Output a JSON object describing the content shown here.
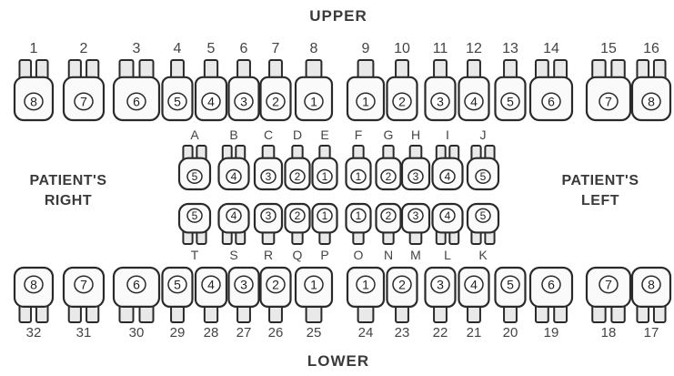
{
  "labels": {
    "upper": "UPPER",
    "lower": "LOWER",
    "patient_right": "PATIENT'S\nRIGHT",
    "patient_left": "PATIENT'S\nLEFT"
  },
  "permanent_upper": [
    {
      "number": "1",
      "mark": "8"
    },
    {
      "number": "2",
      "mark": "7"
    },
    {
      "number": "3",
      "mark": "6"
    },
    {
      "number": "4",
      "mark": "5"
    },
    {
      "number": "5",
      "mark": "4"
    },
    {
      "number": "6",
      "mark": "3"
    },
    {
      "number": "7",
      "mark": "2"
    },
    {
      "number": "8",
      "mark": "1"
    },
    {
      "number": "9",
      "mark": "1"
    },
    {
      "number": "10",
      "mark": "2"
    },
    {
      "number": "11",
      "mark": "3"
    },
    {
      "number": "12",
      "mark": "4"
    },
    {
      "number": "13",
      "mark": "5"
    },
    {
      "number": "14",
      "mark": "6"
    },
    {
      "number": "15",
      "mark": "7"
    },
    {
      "number": "16",
      "mark": "8"
    }
  ],
  "primary_upper": [
    {
      "letter": "A",
      "mark": "5"
    },
    {
      "letter": "B",
      "mark": "4"
    },
    {
      "letter": "C",
      "mark": "3"
    },
    {
      "letter": "D",
      "mark": "2"
    },
    {
      "letter": "E",
      "mark": "1"
    },
    {
      "letter": "F",
      "mark": "1"
    },
    {
      "letter": "G",
      "mark": "2"
    },
    {
      "letter": "H",
      "mark": "3"
    },
    {
      "letter": "I",
      "mark": "4"
    },
    {
      "letter": "J",
      "mark": "5"
    }
  ],
  "primary_lower": [
    {
      "letter": "T",
      "mark": "5"
    },
    {
      "letter": "S",
      "mark": "4"
    },
    {
      "letter": "R",
      "mark": "3"
    },
    {
      "letter": "Q",
      "mark": "2"
    },
    {
      "letter": "P",
      "mark": "1"
    },
    {
      "letter": "O",
      "mark": "1"
    },
    {
      "letter": "N",
      "mark": "2"
    },
    {
      "letter": "M",
      "mark": "3"
    },
    {
      "letter": "L",
      "mark": "4"
    },
    {
      "letter": "K",
      "mark": "5"
    }
  ],
  "permanent_lower": [
    {
      "number": "32",
      "mark": "8"
    },
    {
      "number": "31",
      "mark": "7"
    },
    {
      "number": "30",
      "mark": "6"
    },
    {
      "number": "29",
      "mark": "5"
    },
    {
      "number": "28",
      "mark": "4"
    },
    {
      "number": "27",
      "mark": "3"
    },
    {
      "number": "26",
      "mark": "2"
    },
    {
      "number": "25",
      "mark": "1"
    },
    {
      "number": "24",
      "mark": "1"
    },
    {
      "number": "23",
      "mark": "2"
    },
    {
      "number": "22",
      "mark": "3"
    },
    {
      "number": "21",
      "mark": "4"
    },
    {
      "number": "20",
      "mark": "5"
    },
    {
      "number": "19",
      "mark": "6"
    },
    {
      "number": "18",
      "mark": "7"
    },
    {
      "number": "17",
      "mark": "8"
    }
  ]
}
